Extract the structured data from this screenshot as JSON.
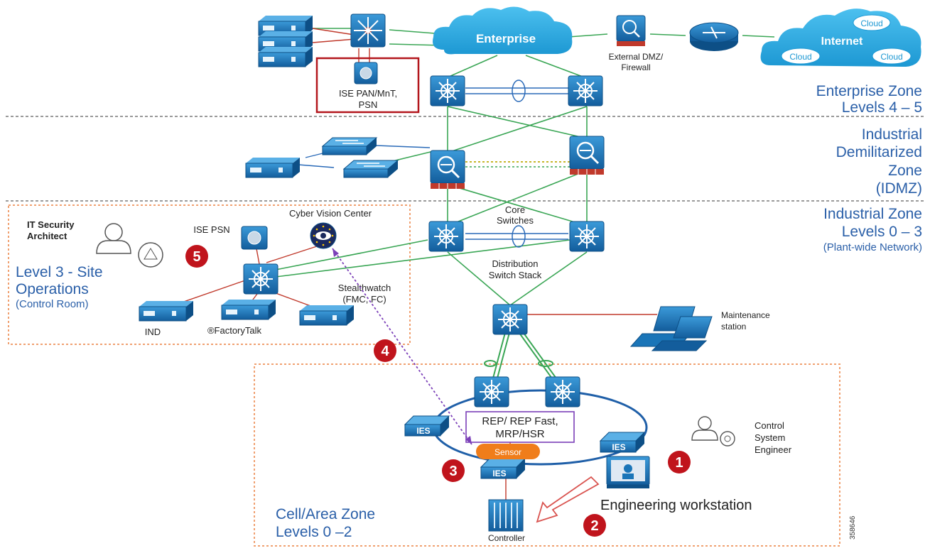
{
  "zones": {
    "enterprise": {
      "line1": "Enterprise Zone",
      "line2": "Levels 4 – 5"
    },
    "idmz": {
      "line1": "Industrial",
      "line2": "Demilitarized",
      "line3": "Zone",
      "line4": "(IDMZ)"
    },
    "industrial": {
      "line1": "Industrial Zone",
      "line2": "Levels 0 – 3",
      "line3": "(Plant-wide Network)"
    },
    "level3": {
      "line1": "Level 3 - Site",
      "line2": "Operations",
      "line3": "(Control Room)"
    },
    "cell": {
      "line1": "Cell/Area Zone",
      "line2": "Levels 0 –2"
    }
  },
  "clouds": {
    "enterprise": "Enterprise",
    "internet": "Internet",
    "cloud_tag": "Cloud"
  },
  "labels": {
    "ise_pan_1": "ISE PAN/MnT,",
    "ise_pan_2": "PSN",
    "dmz_1": "External DMZ/",
    "dmz_2": "Firewall",
    "it_sec_1": "IT Security",
    "it_sec_2": "Architect",
    "ise_psn": "ISE PSN",
    "cyber_vision": "Cyber Vision Center",
    "core_1": "Core",
    "core_2": "Switches",
    "dist_1": "Distribution",
    "dist_2": "Switch Stack",
    "stealth_1": "Stealthwatch",
    "stealth_2": "(FMC, FC)",
    "ind": "IND",
    "factorytalk": "®FactoryTalk",
    "maint_1": "Maintenance",
    "maint_2": "station",
    "rep_1": "REP/ REP Fast,",
    "rep_2": "MRP/HSR",
    "sensor": "Sensor",
    "ies": "IES",
    "cse_1": "Control",
    "cse_2": "System",
    "cse_3": "Engineer",
    "eng_ws": "Engineering workstation",
    "controller": "Controller",
    "figure_id": "358646"
  },
  "badges": [
    "1",
    "2",
    "3",
    "4",
    "5"
  ],
  "icons": [
    "switch-icon",
    "server-icon",
    "firewall-icon",
    "router-icon",
    "laptop-icon",
    "person-icon",
    "eye-icon",
    "controller-icon"
  ],
  "colors": {
    "device": "#1a75b8",
    "device_dark": "#0d4f86",
    "cloud": "#29a9e0",
    "zone_text": "#2a5fa8",
    "link_green": "#3aa655",
    "link_red": "#c0392b",
    "badge": "#c0141c",
    "sensor": "#f07d1a",
    "purple": "#7b3fb8",
    "divider": "#9a9a9a",
    "dotted_orange": "#f0a070"
  }
}
